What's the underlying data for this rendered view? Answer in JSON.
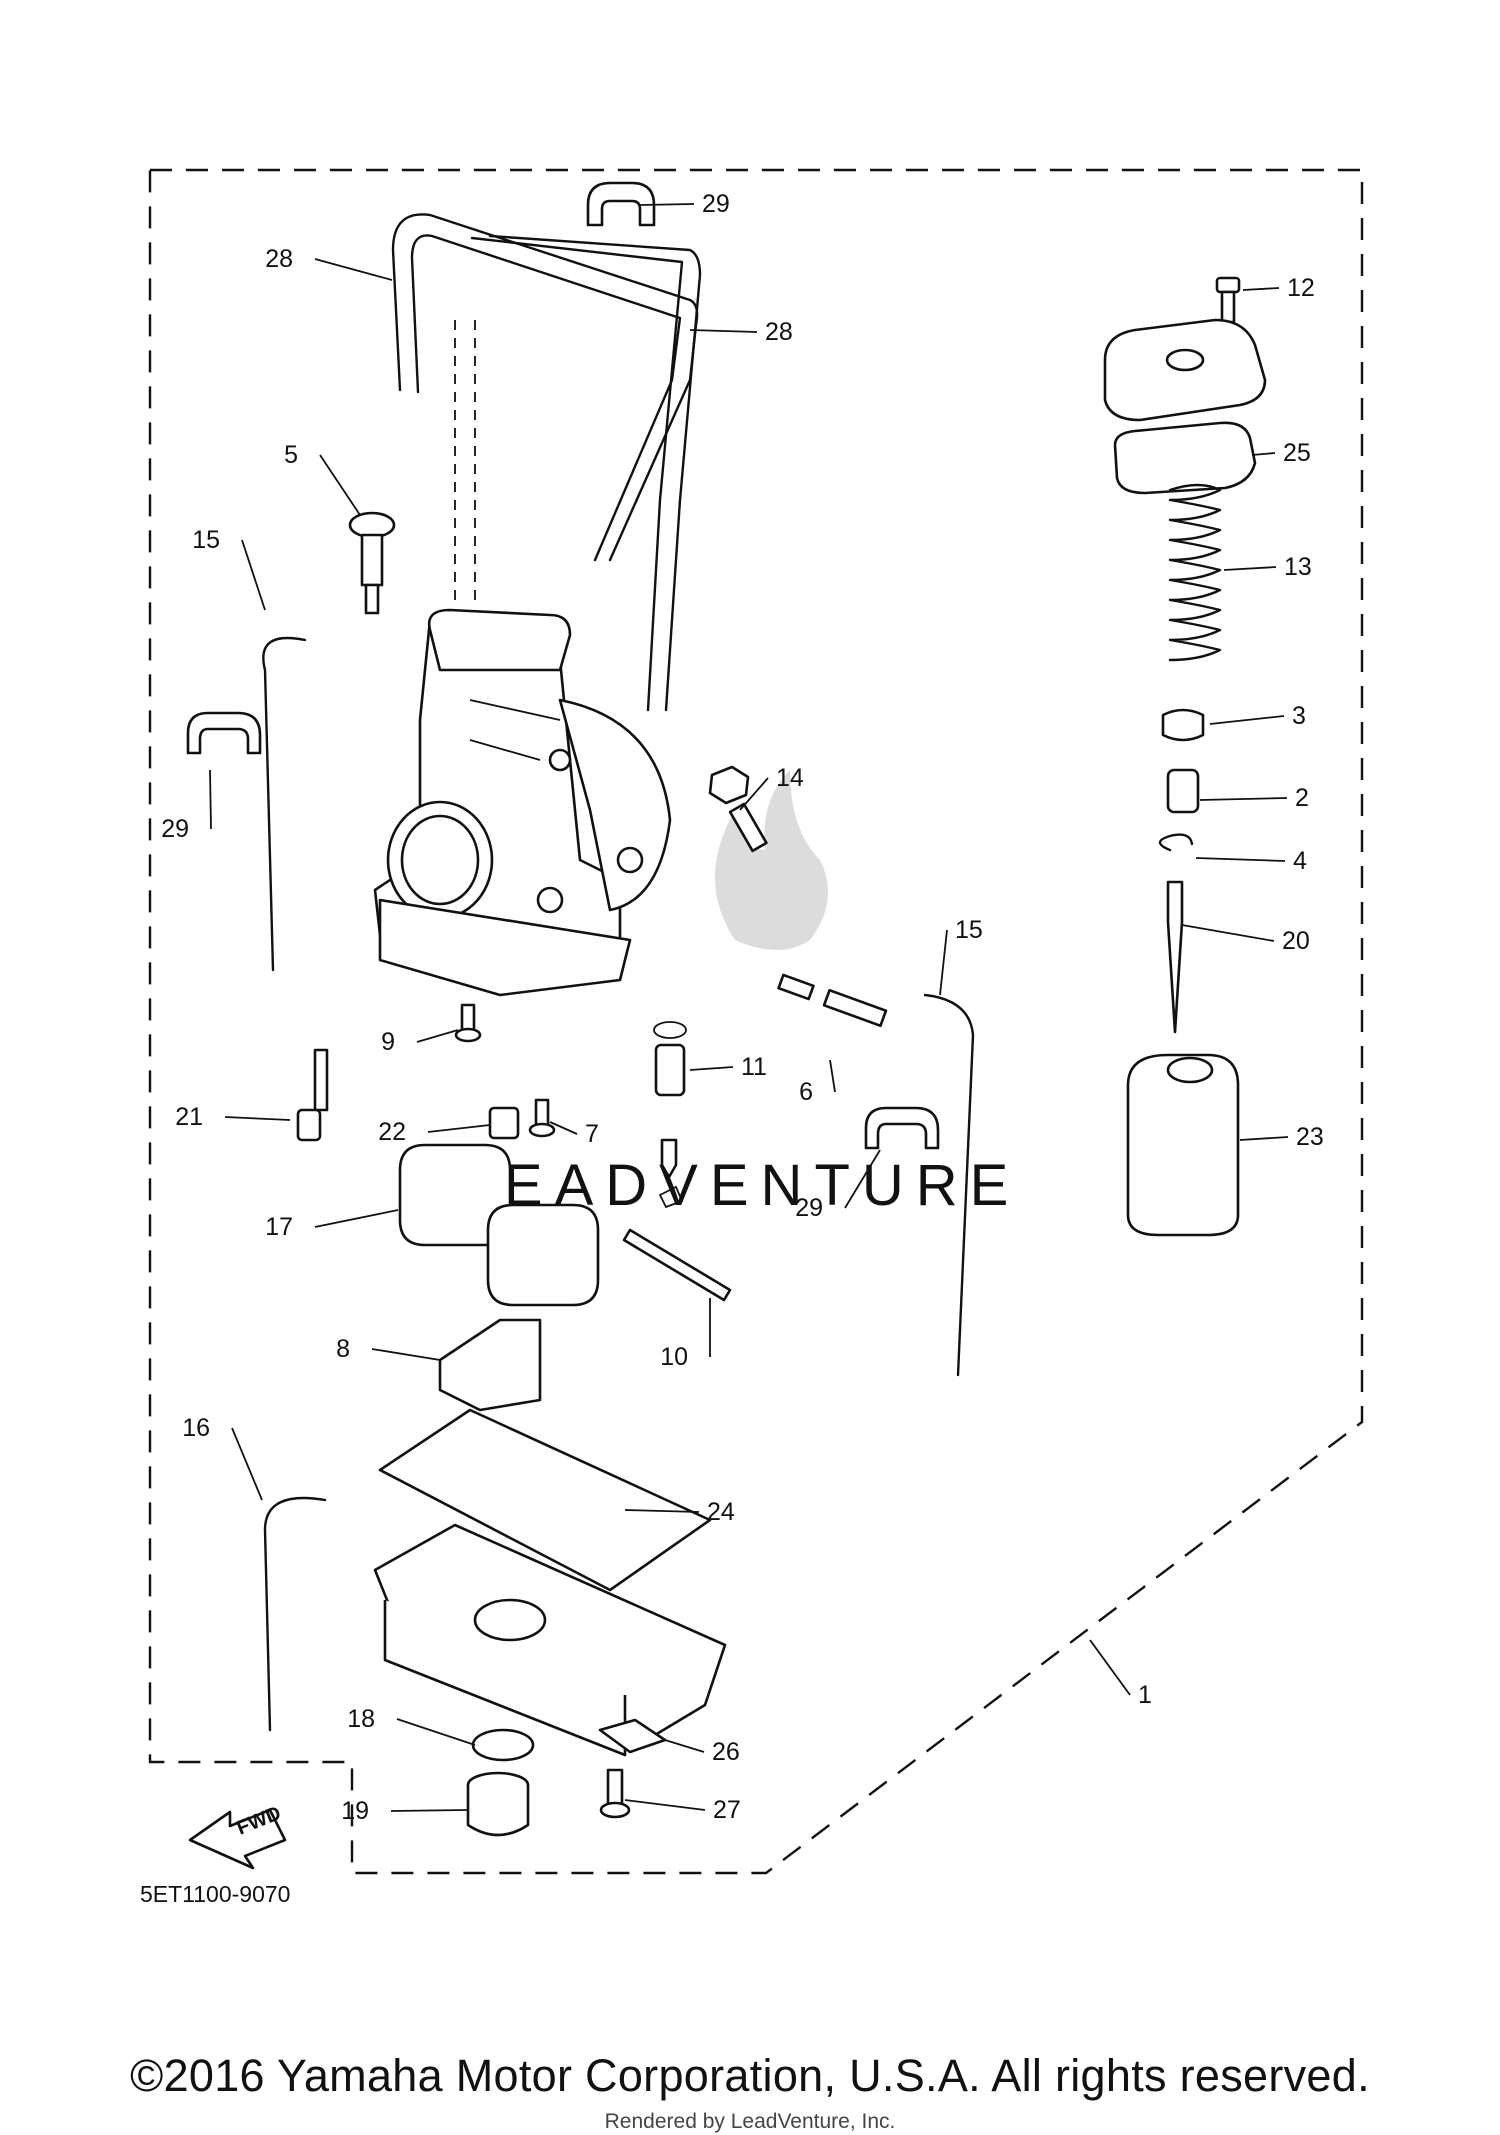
{
  "diagram": {
    "part_code": "5ET1100-9070",
    "fwd_label": "FWD",
    "watermark": "LEADVENTURE",
    "callouts": [
      {
        "id": "29a",
        "label": "29"
      },
      {
        "id": "28a",
        "label": "28"
      },
      {
        "id": "28b",
        "label": "28"
      },
      {
        "id": "12",
        "label": "12"
      },
      {
        "id": "25",
        "label": "25"
      },
      {
        "id": "5",
        "label": "5"
      },
      {
        "id": "15a",
        "label": "15"
      },
      {
        "id": "13",
        "label": "13"
      },
      {
        "id": "3",
        "label": "3"
      },
      {
        "id": "14",
        "label": "14"
      },
      {
        "id": "2",
        "label": "2"
      },
      {
        "id": "29b",
        "label": "29"
      },
      {
        "id": "4",
        "label": "4"
      },
      {
        "id": "15b",
        "label": "15"
      },
      {
        "id": "20",
        "label": "20"
      },
      {
        "id": "9",
        "label": "9"
      },
      {
        "id": "11",
        "label": "11"
      },
      {
        "id": "6",
        "label": "6"
      },
      {
        "id": "22",
        "label": "22"
      },
      {
        "id": "21",
        "label": "21"
      },
      {
        "id": "7",
        "label": "7"
      },
      {
        "id": "23",
        "label": "23"
      },
      {
        "id": "29c",
        "label": "29"
      },
      {
        "id": "17",
        "label": "17"
      },
      {
        "id": "10",
        "label": "10"
      },
      {
        "id": "8",
        "label": "8"
      },
      {
        "id": "16",
        "label": "16"
      },
      {
        "id": "24",
        "label": "24"
      },
      {
        "id": "1",
        "label": "1"
      },
      {
        "id": "18",
        "label": "18"
      },
      {
        "id": "26",
        "label": "26"
      },
      {
        "id": "19",
        "label": "19"
      },
      {
        "id": "27",
        "label": "27"
      }
    ]
  },
  "footer": {
    "copyright": "©2016 Yamaha Motor Corporation, U.S.A. All rights reserved.",
    "rendered_by": "Rendered by LeadVenture, Inc."
  }
}
